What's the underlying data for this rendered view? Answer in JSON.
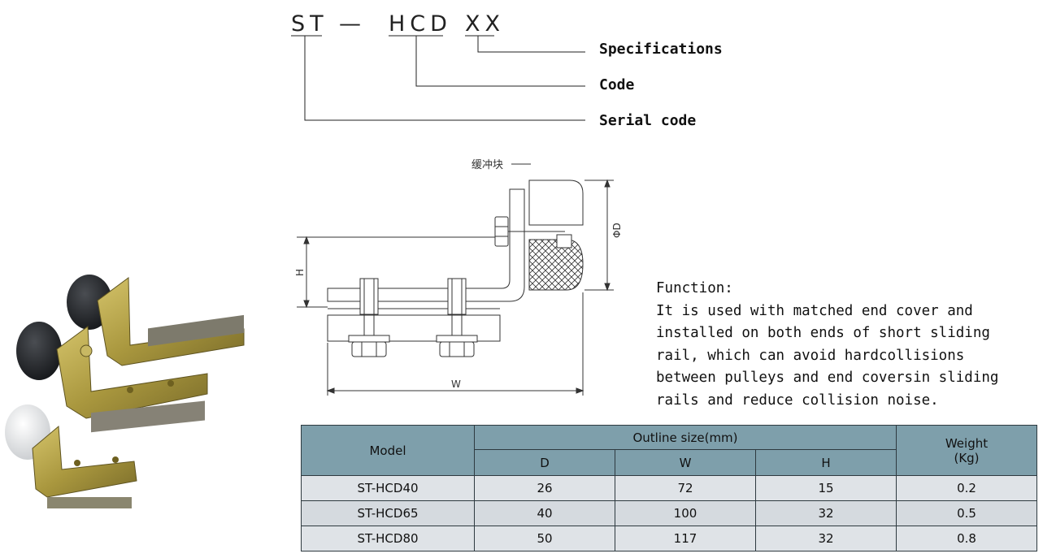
{
  "model_code": {
    "parts": [
      "ST",
      "—",
      "HCD",
      "XX"
    ],
    "labels": {
      "specifications": "Specifications",
      "code": "Code",
      "serial_code": "Serial code"
    }
  },
  "drawing": {
    "buffer_label": "缓冲块",
    "dim_d": "ΦD",
    "dim_h": "H",
    "dim_w": "W"
  },
  "function": {
    "heading": "Function:",
    "lines": [
      "It is used with matched end cover and",
      "installed on both ends of short sliding",
      "rail, which can avoid hardcollisions",
      "between pulleys and end coversin sliding",
      "rails and reduce collision noise."
    ]
  },
  "table": {
    "header": {
      "model": "Model",
      "outline": "Outline size(mm)",
      "weight": "Weight",
      "weight_unit": "(Kg)",
      "d": "D",
      "w": "W",
      "h": "H"
    },
    "rows": [
      {
        "model": "ST-HCD40",
        "d": "26",
        "w": "72",
        "h": "15",
        "weight": "0.2"
      },
      {
        "model": "ST-HCD65",
        "d": "40",
        "w": "100",
        "h": "32",
        "weight": "0.5"
      },
      {
        "model": "ST-HCD80",
        "d": "50",
        "w": "117",
        "h": "32",
        "weight": "0.8"
      }
    ]
  },
  "colors": {
    "table_header": "#7e9fab",
    "table_row": "#dfe3e7",
    "bracket_metal": "#b8a646",
    "rubber_black": "#1e2024"
  }
}
